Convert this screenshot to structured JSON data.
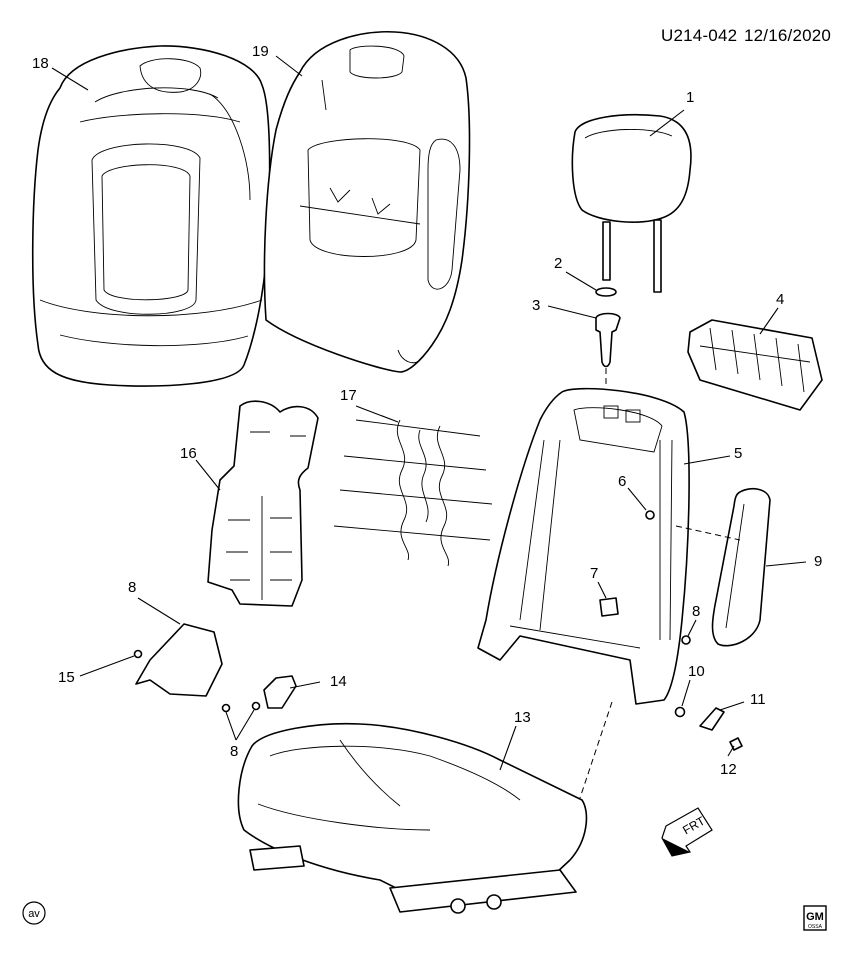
{
  "header": {
    "diagram_id": "U214-042",
    "date": "12/16/2020"
  },
  "callouts": [
    {
      "id": "c1",
      "label": "1"
    },
    {
      "id": "c2",
      "label": "2"
    },
    {
      "id": "c3",
      "label": "3"
    },
    {
      "id": "c4",
      "label": "4"
    },
    {
      "id": "c5",
      "label": "5"
    },
    {
      "id": "c6",
      "label": "6"
    },
    {
      "id": "c7",
      "label": "7"
    },
    {
      "id": "c8a",
      "label": "8"
    },
    {
      "id": "c8b",
      "label": "8"
    },
    {
      "id": "c8c",
      "label": "8"
    },
    {
      "id": "c9",
      "label": "9"
    },
    {
      "id": "c10",
      "label": "10"
    },
    {
      "id": "c11",
      "label": "11"
    },
    {
      "id": "c12",
      "label": "12"
    },
    {
      "id": "c13",
      "label": "13"
    },
    {
      "id": "c14",
      "label": "14"
    },
    {
      "id": "c15",
      "label": "15"
    },
    {
      "id": "c16",
      "label": "16"
    },
    {
      "id": "c17",
      "label": "17"
    },
    {
      "id": "c18",
      "label": "18"
    },
    {
      "id": "c19",
      "label": "19"
    }
  ],
  "front_indicator": {
    "label": "FRT",
    "icon": "front-arrow-icon"
  },
  "badges": {
    "av": "av",
    "gm_logo": {
      "text": "GM",
      "subtext": "OSSA"
    }
  }
}
